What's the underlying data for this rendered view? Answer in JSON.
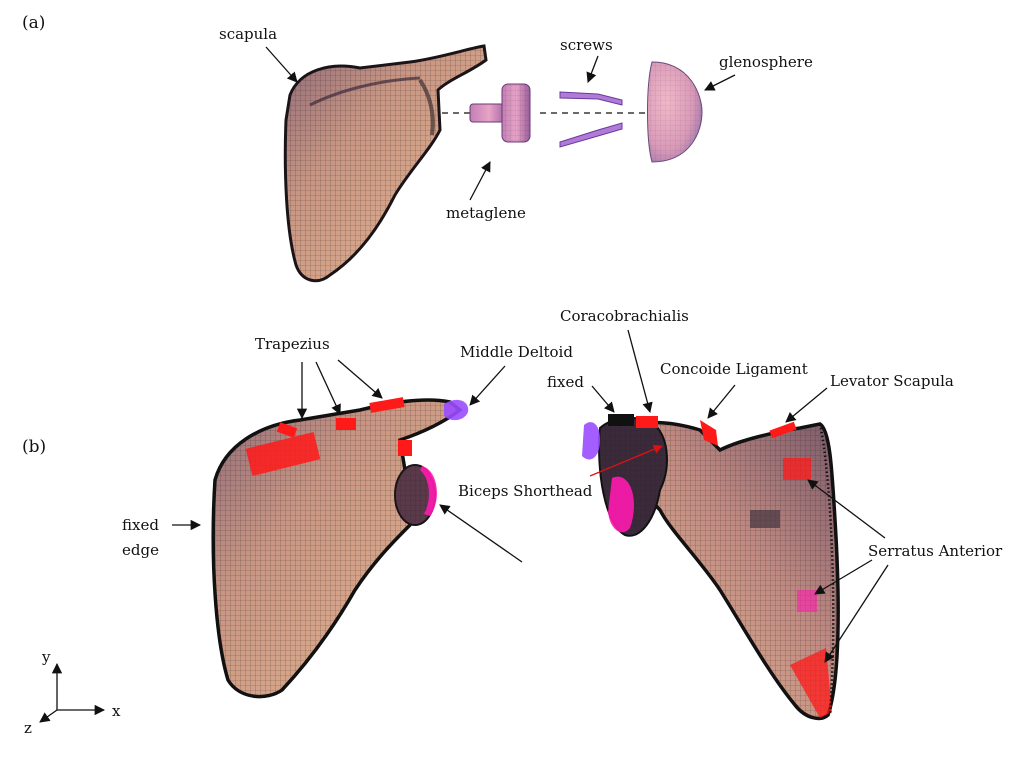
{
  "panels": {
    "a": "(a)",
    "b": "(b)"
  },
  "labels_a": {
    "scapula": "scapula",
    "screws": "screws",
    "glenosphere": "glenosphere",
    "metaglene": "metaglene"
  },
  "labels_b": {
    "trapezius": "Trapezius",
    "middle_deltoid": "Middle Deltoid",
    "coracobrachialis": "Coracobrachialis",
    "concoide_ligament": "Concoide Ligament",
    "levator_scapula": "Levator Scapula",
    "fixed": "fixed",
    "biceps_shorthead": "Biceps Shorthead",
    "serratus_anterior": "Serratus Anterior",
    "fixed_edge_line1": "fixed",
    "fixed_edge_line2": "edge"
  },
  "axes": {
    "x": "x",
    "y": "y",
    "z": "z"
  },
  "colors": {
    "bone_light": "#d9a88a",
    "bone_mid": "#9c6a68",
    "bone_dark": "#3a2a3a",
    "mesh_line": "#2a1f24",
    "implant": "#d98bb3",
    "implant_dark": "#8a5a9a",
    "muscle_red": "#ff1a1a",
    "muscle_magenta": "#ff1ab0",
    "muscle_violet": "#9a4dff"
  }
}
